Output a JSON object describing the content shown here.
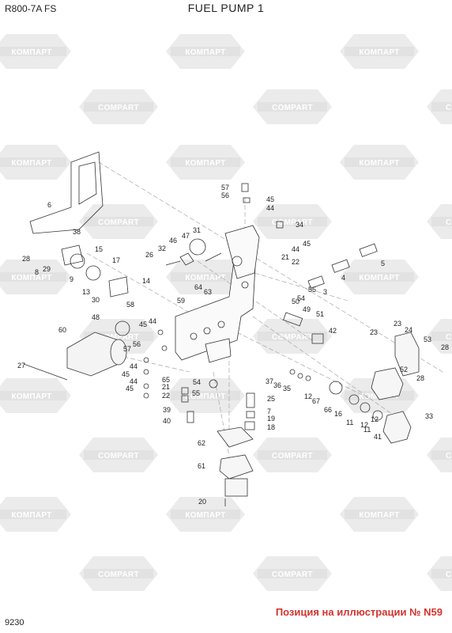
{
  "header": {
    "model": "R800-7A  FS",
    "title": "FUEL PUMP 1"
  },
  "footer": {
    "page_number": "9230",
    "note": "Позиция на иллюстрации № N59"
  },
  "watermark": {
    "text_ru": "КОМПАРТ",
    "text_en": "COMPART",
    "color": "#e3e3e3"
  },
  "callouts": [
    "6",
    "38",
    "28",
    "8",
    "29",
    "15",
    "17",
    "9",
    "26",
    "32",
    "46",
    "47",
    "31",
    "57",
    "56",
    "45",
    "44",
    "34",
    "21",
    "22",
    "45",
    "44",
    "5",
    "4",
    "3",
    "14",
    "13",
    "30",
    "64",
    "63",
    "55",
    "54",
    "50",
    "49",
    "51",
    "42",
    "58",
    "59",
    "48",
    "60",
    "45",
    "44",
    "57",
    "56",
    "44",
    "45",
    "44",
    "45",
    "27",
    "65",
    "21",
    "22",
    "54",
    "39",
    "40",
    "55",
    "37",
    "36",
    "35",
    "12",
    "67",
    "66",
    "16",
    "11",
    "12",
    "25",
    "7",
    "19",
    "18",
    "23",
    "24",
    "53",
    "28",
    "23",
    "52",
    "28",
    "62",
    "61",
    "20",
    "41",
    "33",
    "11",
    "12"
  ]
}
